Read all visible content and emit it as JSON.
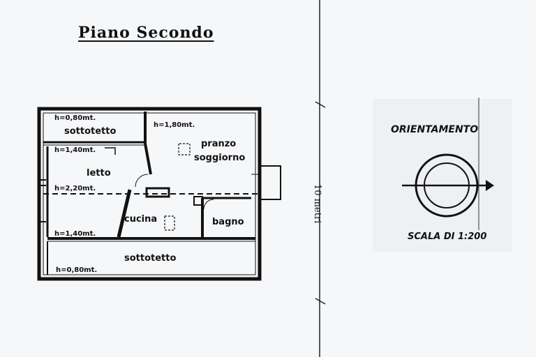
{
  "title": "Piano Secondo",
  "rooms": {
    "sottotetto_top": "sottotetto",
    "pranzo": "pranzo",
    "soggiorno": "soggiorno",
    "letto": "letto",
    "cucina": "cucina",
    "bagno": "bagno",
    "sottotetto_bottom": "sottotetto"
  },
  "heights": {
    "h1": "h=0,80mt.",
    "h2": "h=1,80mt.",
    "h3": "h=1,40mt.",
    "h4": "h=2,20mt.",
    "h5": "h=1,40mt.",
    "h6": "h=0,80mt."
  },
  "scale_bar_label": "10 metri",
  "orientation": {
    "title": "ORIENTAMENTO",
    "scale": "SCALA DI 1:200"
  }
}
